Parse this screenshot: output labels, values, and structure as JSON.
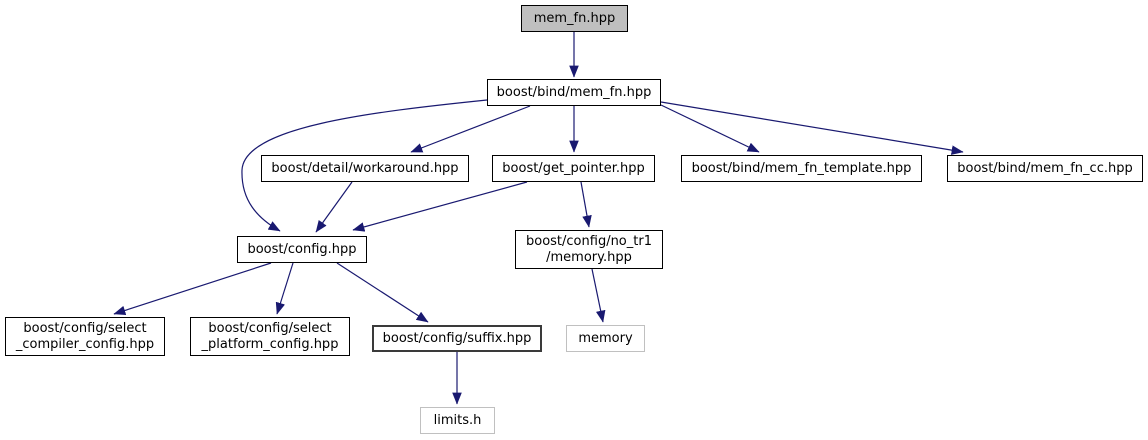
{
  "diagram": {
    "kind": "include-dependency-graph",
    "root": "mem_fn.hpp",
    "colors": {
      "edge": "#191970",
      "node_border": "#000000",
      "node_fill": "#ffffff",
      "root_fill": "#bfbfbf",
      "external_border": "#c0c0c0",
      "text": "#000000",
      "background": "#ffffff"
    },
    "nodes": [
      {
        "id": "mem_fn_hpp",
        "label": "mem_fn.hpp",
        "kind": "root"
      },
      {
        "id": "boost_bind_mem_fn_hpp",
        "label": "boost/bind/mem_fn.hpp",
        "kind": "internal"
      },
      {
        "id": "boost_detail_workaround_hpp",
        "label": "boost/detail/workaround.hpp",
        "kind": "internal"
      },
      {
        "id": "boost_get_pointer_hpp",
        "label": "boost/get_pointer.hpp",
        "kind": "internal"
      },
      {
        "id": "boost_bind_mem_fn_template_hpp",
        "label": "boost/bind/mem_fn_template.hpp",
        "kind": "internal"
      },
      {
        "id": "boost_bind_mem_fn_cc_hpp",
        "label": "boost/bind/mem_fn_cc.hpp",
        "kind": "internal"
      },
      {
        "id": "boost_config_hpp",
        "label": "boost/config.hpp",
        "kind": "internal"
      },
      {
        "id": "boost_config_no_tr1_memory_hpp",
        "label": "boost/config/no_tr1\n/memory.hpp",
        "kind": "internal"
      },
      {
        "id": "boost_config_select_compiler_config_hpp",
        "label": "boost/config/select\n_compiler_config.hpp",
        "kind": "internal"
      },
      {
        "id": "boost_config_select_platform_config_hpp",
        "label": "boost/config/select\n_platform_config.hpp",
        "kind": "internal"
      },
      {
        "id": "boost_config_suffix_hpp",
        "label": "boost/config/suffix.hpp",
        "kind": "internal"
      },
      {
        "id": "memory",
        "label": "memory",
        "kind": "external"
      },
      {
        "id": "limits_h",
        "label": "limits.h",
        "kind": "external"
      }
    ],
    "edges": [
      {
        "from": "mem_fn.hpp",
        "to": "boost/bind/mem_fn.hpp"
      },
      {
        "from": "boost/bind/mem_fn.hpp",
        "to": "boost/detail/workaround.hpp"
      },
      {
        "from": "boost/bind/mem_fn.hpp",
        "to": "boost/get_pointer.hpp"
      },
      {
        "from": "boost/bind/mem_fn.hpp",
        "to": "boost/bind/mem_fn_template.hpp"
      },
      {
        "from": "boost/bind/mem_fn.hpp",
        "to": "boost/bind/mem_fn_cc.hpp"
      },
      {
        "from": "boost/bind/mem_fn.hpp",
        "to": "boost/config.hpp"
      },
      {
        "from": "boost/detail/workaround.hpp",
        "to": "boost/config.hpp"
      },
      {
        "from": "boost/get_pointer.hpp",
        "to": "boost/config.hpp"
      },
      {
        "from": "boost/get_pointer.hpp",
        "to": "boost/config/no_tr1/memory.hpp"
      },
      {
        "from": "boost/config.hpp",
        "to": "boost/config/select_compiler_config.hpp"
      },
      {
        "from": "boost/config.hpp",
        "to": "boost/config/select_platform_config.hpp"
      },
      {
        "from": "boost/config.hpp",
        "to": "boost/config/suffix.hpp"
      },
      {
        "from": "boost/config/no_tr1/memory.hpp",
        "to": "memory"
      },
      {
        "from": "boost/config/suffix.hpp",
        "to": "limits.h"
      }
    ]
  }
}
